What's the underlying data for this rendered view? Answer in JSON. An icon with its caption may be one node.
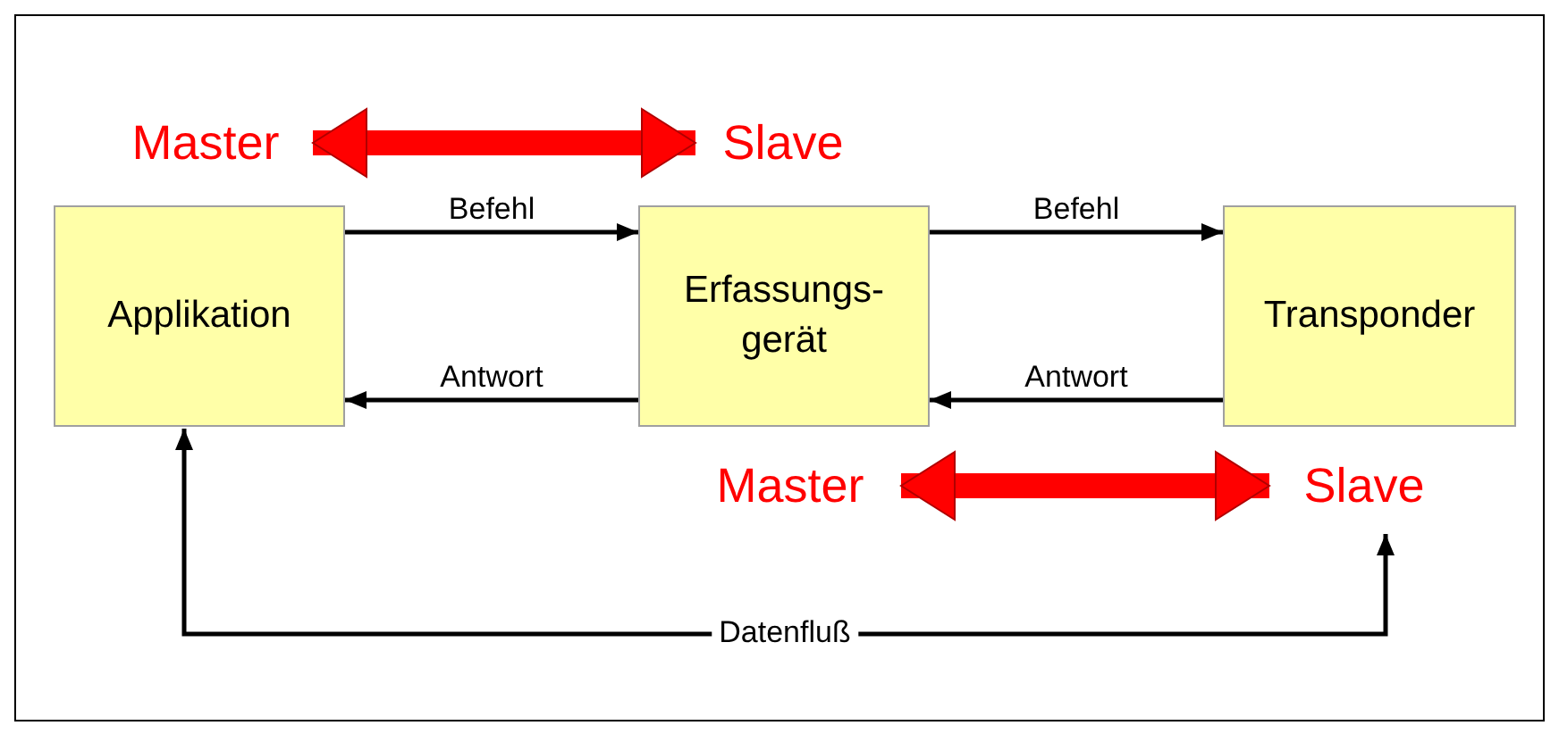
{
  "diagram": {
    "nodes": [
      {
        "text": [
          "Master"
        ]
      },
      {
        "text": [
          "Slave"
        ]
      },
      {
        "text": [
          "Applikation"
        ]
      },
      {
        "text": [
          "Erfassungs- gerät"
        ]
      },
      {
        "text": [
          "Transponder"
        ]
      },
      {
        "text": [
          "Master"
        ]
      },
      {
        "text": [
          "Slave"
        ]
      }
    ],
    "edges": [
      {
        "from": 0,
        "to": 1,
        "arrow": "both",
        "style": "thick",
        "color": "#ff0000"
      },
      {
        "from": 2,
        "to": 3,
        "arrow": "to",
        "label": "Befehl"
      },
      {
        "from": 3,
        "to": 2,
        "arrow": "to",
        "label": "Antwort"
      },
      {
        "from": 3,
        "to": 4,
        "arrow": "to",
        "label": "Befehl"
      },
      {
        "from": 4,
        "to": 3,
        "arrow": "to",
        "label": "Antwort"
      },
      {
        "from": 5,
        "to": 6,
        "arrow": "both",
        "style": "thick",
        "color": "#ff0000"
      },
      {
        "from": 2,
        "to": 6,
        "arrow": "both",
        "label": "Datenfluß"
      }
    ]
  }
}
